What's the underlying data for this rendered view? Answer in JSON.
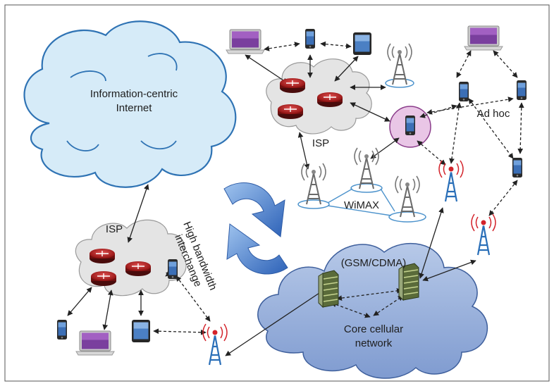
{
  "labels": {
    "internet": [
      "Information-centric",
      "Internet"
    ],
    "isp_top": "ISP",
    "isp_left": "ISP",
    "ad_hoc": "Ad hoc",
    "wimax": "WiMAX",
    "gsm": "(GSM/CDMA)",
    "core": [
      "Core cellular",
      "network"
    ],
    "interchange": [
      "High bandwidth",
      "interchange"
    ]
  },
  "colors": {
    "internet_cloud": "#d6ebf8",
    "internet_outline": "#2f73b4",
    "core_cloud": "#8fa9d5",
    "isp_cloud": "#e4e4e4",
    "router": "#b51a1a",
    "arrow": "#3d6fc2",
    "adhoc_highlight": "#e9c6e6",
    "tower_cell": "#2a6fb8",
    "wimax_ring": "#4d93cc"
  },
  "icons": [
    "laptop-icon",
    "smartphone-icon",
    "tablet-icon",
    "wifi-tower-icon",
    "cell-tower-icon",
    "router-icon",
    "server-rack-icon"
  ]
}
